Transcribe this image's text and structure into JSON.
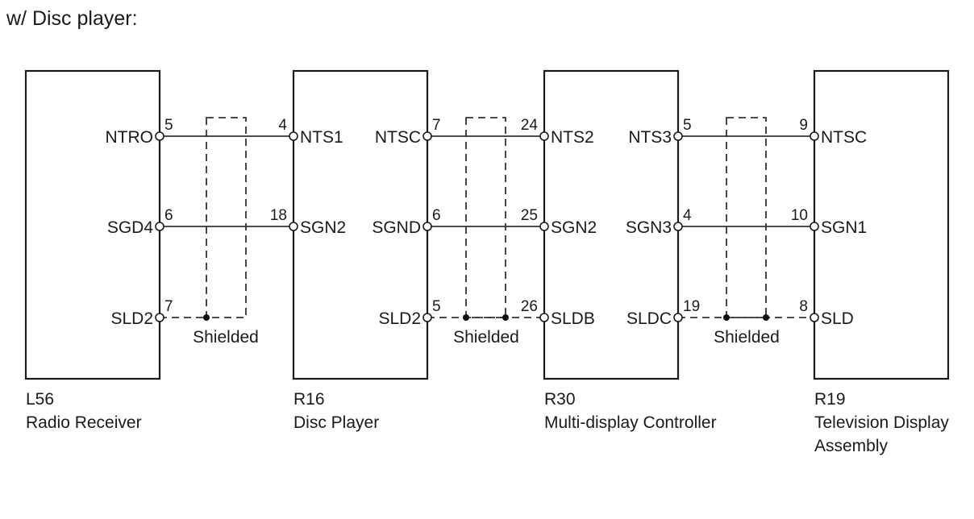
{
  "heading": "w/ Disc player:",
  "shield_label": "Shielded",
  "components": [
    {
      "code": "L56",
      "name_lines": [
        "Radio Receiver"
      ]
    },
    {
      "code": "R16",
      "name_lines": [
        "Disc Player"
      ]
    },
    {
      "code": "R30",
      "name_lines": [
        "Multi-display Controller"
      ]
    },
    {
      "code": "R19",
      "name_lines": [
        "Television Display",
        "Assembly"
      ]
    }
  ],
  "links": [
    {
      "rows": [
        {
          "from_label": "NTRO",
          "from_pin": "5",
          "to_pin": "4",
          "to_label": "NTS1",
          "type": "signal"
        },
        {
          "from_label": "SGD4",
          "from_pin": "6",
          "to_pin": "18",
          "to_label": "SGN2",
          "type": "signal"
        },
        {
          "from_label": "SLD2",
          "from_pin": "7",
          "to_pin": "",
          "to_label": "",
          "type": "shield"
        }
      ]
    },
    {
      "rows": [
        {
          "from_label": "NTSC",
          "from_pin": "7",
          "to_pin": "24",
          "to_label": "NTS2",
          "type": "signal"
        },
        {
          "from_label": "SGND",
          "from_pin": "6",
          "to_pin": "25",
          "to_label": "SGN2",
          "type": "signal"
        },
        {
          "from_label": "SLD2",
          "from_pin": "5",
          "to_pin": "26",
          "to_label": "SLDB",
          "type": "shield"
        }
      ]
    },
    {
      "rows": [
        {
          "from_label": "NTS3",
          "from_pin": "5",
          "to_pin": "9",
          "to_label": "NTSC",
          "type": "signal"
        },
        {
          "from_label": "SGN3",
          "from_pin": "4",
          "to_pin": "10",
          "to_label": "SGN1",
          "type": "signal"
        },
        {
          "from_label": "SLDC",
          "from_pin": "19",
          "to_pin": "8",
          "to_label": "SLD",
          "type": "shield"
        }
      ]
    }
  ]
}
